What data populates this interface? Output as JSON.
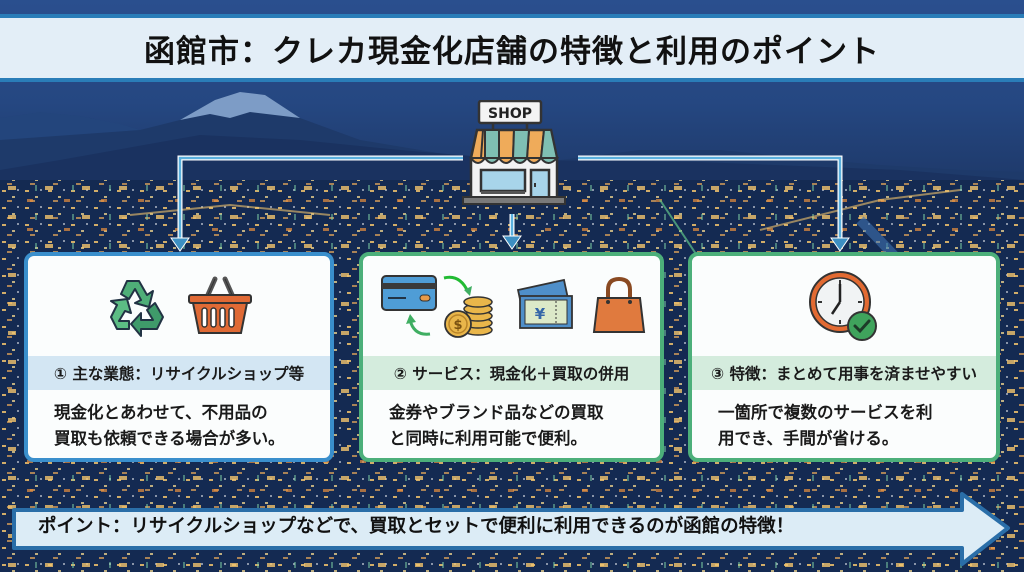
{
  "title": "函館市：クレカ現金化店舗の特徴と利用のポイント",
  "shop": {
    "sign_label": "SHOP",
    "icon": "shop-icon"
  },
  "cards": [
    {
      "heading": "① 主な業態：リサイクルショップ等",
      "body_lines": [
        "現金化とあわせて、不用品の",
        "買取も依頼できる場合が多い。"
      ],
      "icons": [
        "recycle-icon",
        "shopping-basket-icon"
      ],
      "accent": "#3a8fcc"
    },
    {
      "heading": "② サービス：現金化＋買取の併用",
      "body_lines": [
        "金券やブランド品などの買取",
        "と同時に利用可能で便利。"
      ],
      "icons": [
        "credit-card-to-coins-icon",
        "gift-voucher-icon",
        "handbag-icon"
      ],
      "voucher_symbol": "¥",
      "coin_symbol": "$",
      "accent": "#4caf7a"
    },
    {
      "heading": "③ 特徴：まとめて用事を済ませやすい",
      "body_lines": [
        "一箇所で複数のサービスを利",
        "用でき、手間が省ける。"
      ],
      "icons": [
        "clock-check-icon"
      ],
      "accent": "#4caf7a"
    }
  ],
  "point": {
    "text": "ポイント：リサイクルショップなどで、買取とセットで便利に利用できるのが函館の特徴！"
  },
  "colors": {
    "title_bg": "#e3eef7",
    "title_border": "#2a7db8",
    "night_sky": "#1f3b6d",
    "city_lights": "#f2c46d",
    "connector": "#5ab0de"
  }
}
